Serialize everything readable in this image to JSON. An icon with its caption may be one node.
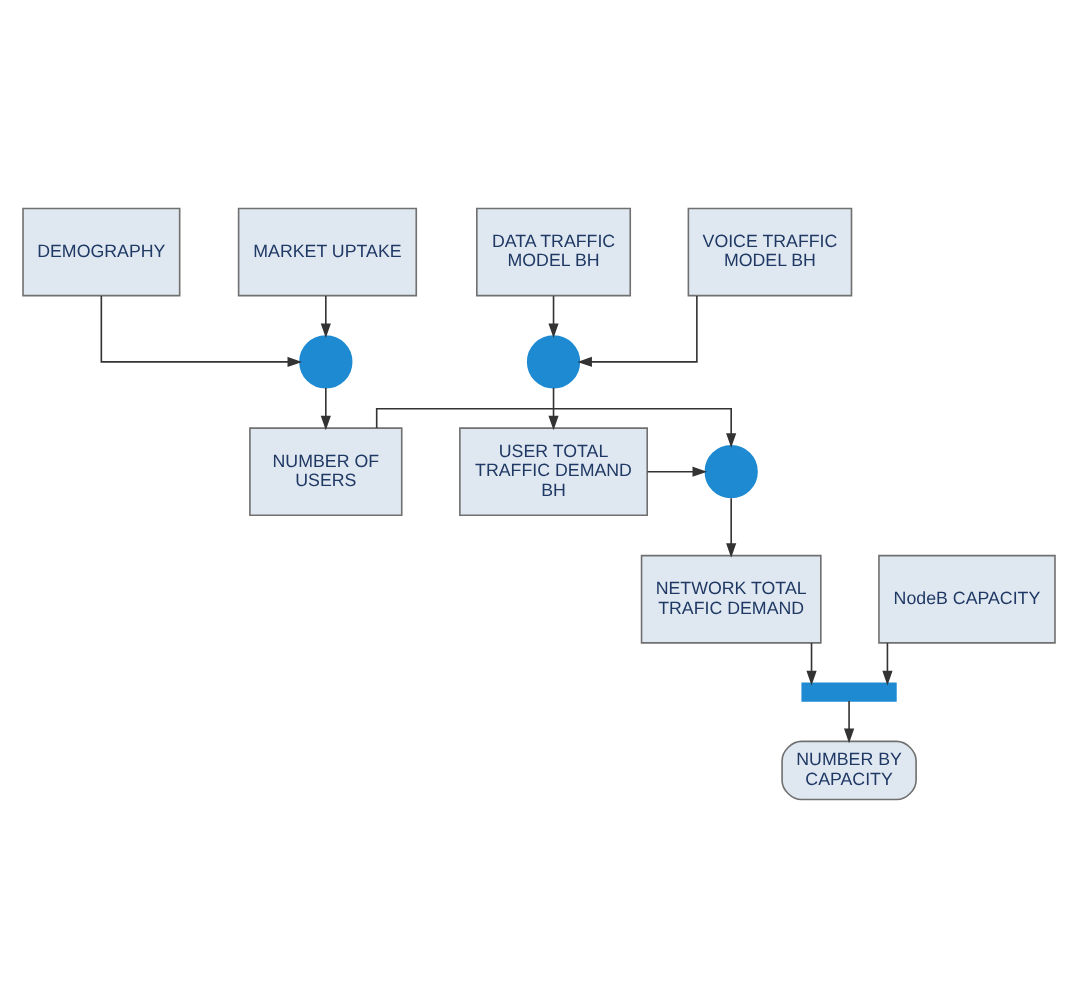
{
  "diagram": {
    "nodes": [
      {
        "text": [
          "DEMOGRAPHY"
        ]
      },
      {
        "text": [
          "MARKET UPTAKE"
        ]
      },
      {
        "text": [
          "DATA TRAFFIC MODEL BH"
        ]
      },
      {
        "text": [
          "VOICE TRAFFIC MODEL BH"
        ]
      },
      {
        "text": [],
        "shape": "circle"
      },
      {
        "text": [],
        "shape": "circle"
      },
      {
        "text": [
          "NUMBER OF USERS"
        ]
      },
      {
        "text": [],
        "shape": "circle"
      },
      {
        "text": [
          "USER TOTAL TRAFFIC DEMAND BH"
        ]
      },
      {
        "text": [
          "NETWORK TOTAL TRAFIC DEMAND"
        ]
      },
      {
        "text": [
          "NodeB CAPACITY"
        ]
      },
      {
        "text": [],
        "shape": "bar"
      },
      {
        "text": [
          "NUMBER BY CAPACITY"
        ]
      }
    ],
    "edges": [
      {
        "from": 0,
        "to": 4,
        "arrow": "to"
      },
      {
        "from": 1,
        "to": 4,
        "arrow": "to"
      },
      {
        "from": 2,
        "to": 5,
        "arrow": "to"
      },
      {
        "from": 3,
        "to": 5,
        "arrow": "to"
      },
      {
        "from": 4,
        "to": 6,
        "arrow": "to"
      },
      {
        "from": 5,
        "to": 8,
        "arrow": "to"
      },
      {
        "from": 6,
        "to": 7,
        "arrow": "to"
      },
      {
        "from": 8,
        "to": 7,
        "arrow": "to"
      },
      {
        "from": 7,
        "to": 9,
        "arrow": "to"
      },
      {
        "from": 9,
        "to": 11,
        "arrow": "to"
      },
      {
        "from": 10,
        "to": 11,
        "arrow": "to"
      },
      {
        "from": 11,
        "to": 12,
        "arrow": "to"
      }
    ]
  }
}
